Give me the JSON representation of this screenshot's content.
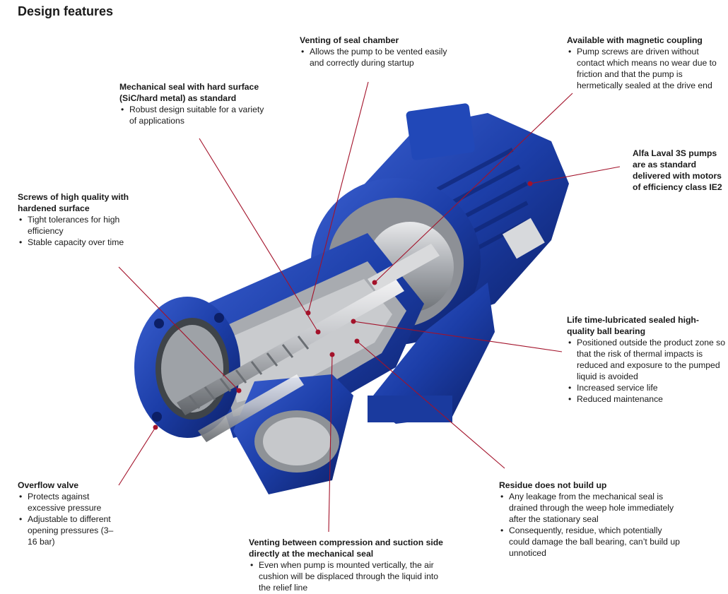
{
  "page_title": "Design features",
  "callouts": {
    "venting": {
      "heading": "Venting of seal chamber",
      "bullets": [
        "Allows the pump to be vented easily and correctly during startup"
      ]
    },
    "magnetic": {
      "heading": "Available with magnetic coupling",
      "bullets": [
        "Pump screws are driven without contact which means no wear due to friction and that the pump is hermetically sealed at the drive end"
      ]
    },
    "mech_seal": {
      "heading": "Mechanical seal with hard surface (SiC/hard metal) as standard",
      "bullets": [
        "Robust design suitable for a variety of applications"
      ]
    },
    "motor": {
      "heading": "Alfa Laval 3S pumps are as standard delivered with motors of efficiency class IE2"
    },
    "screws": {
      "heading": "Screws of high quality with hardened surface",
      "bullets": [
        "Tight tolerances for high efficiency",
        "Stable capacity over time"
      ]
    },
    "bearing": {
      "heading": "Life time-lubricated sealed high-quality ball bearing",
      "bullets": [
        "Positioned outside the product zone so that the risk of thermal impacts is reduced and exposure to the pumped liquid is avoided",
        "Increased service life",
        "Reduced maintenance"
      ]
    },
    "overflow": {
      "heading": "Overflow valve",
      "bullets": [
        "Protects against excessive pressure",
        "Adjustable to different opening pressures (3–16 bar)"
      ]
    },
    "residue": {
      "heading": "Residue does not build up",
      "bullets": [
        "Any leakage from the mechanical seal is drained through the weep hole immediately after the stationary seal",
        "Consequently, residue, which potentially could damage the ball bearing, can’t build up unnoticed"
      ]
    },
    "venting_between": {
      "heading": "Venting between compression and suction side directly at the mechanical seal",
      "bullets": [
        "Even when pump is mounted vertically, the air cushion will be displaced  through the liquid into the relief line"
      ]
    }
  },
  "colors": {
    "leader_line": "#a3122a",
    "pump_blue": "#1c3ea8",
    "pump_blue_dark": "#0f2676",
    "metal": "#b9bcc0"
  }
}
